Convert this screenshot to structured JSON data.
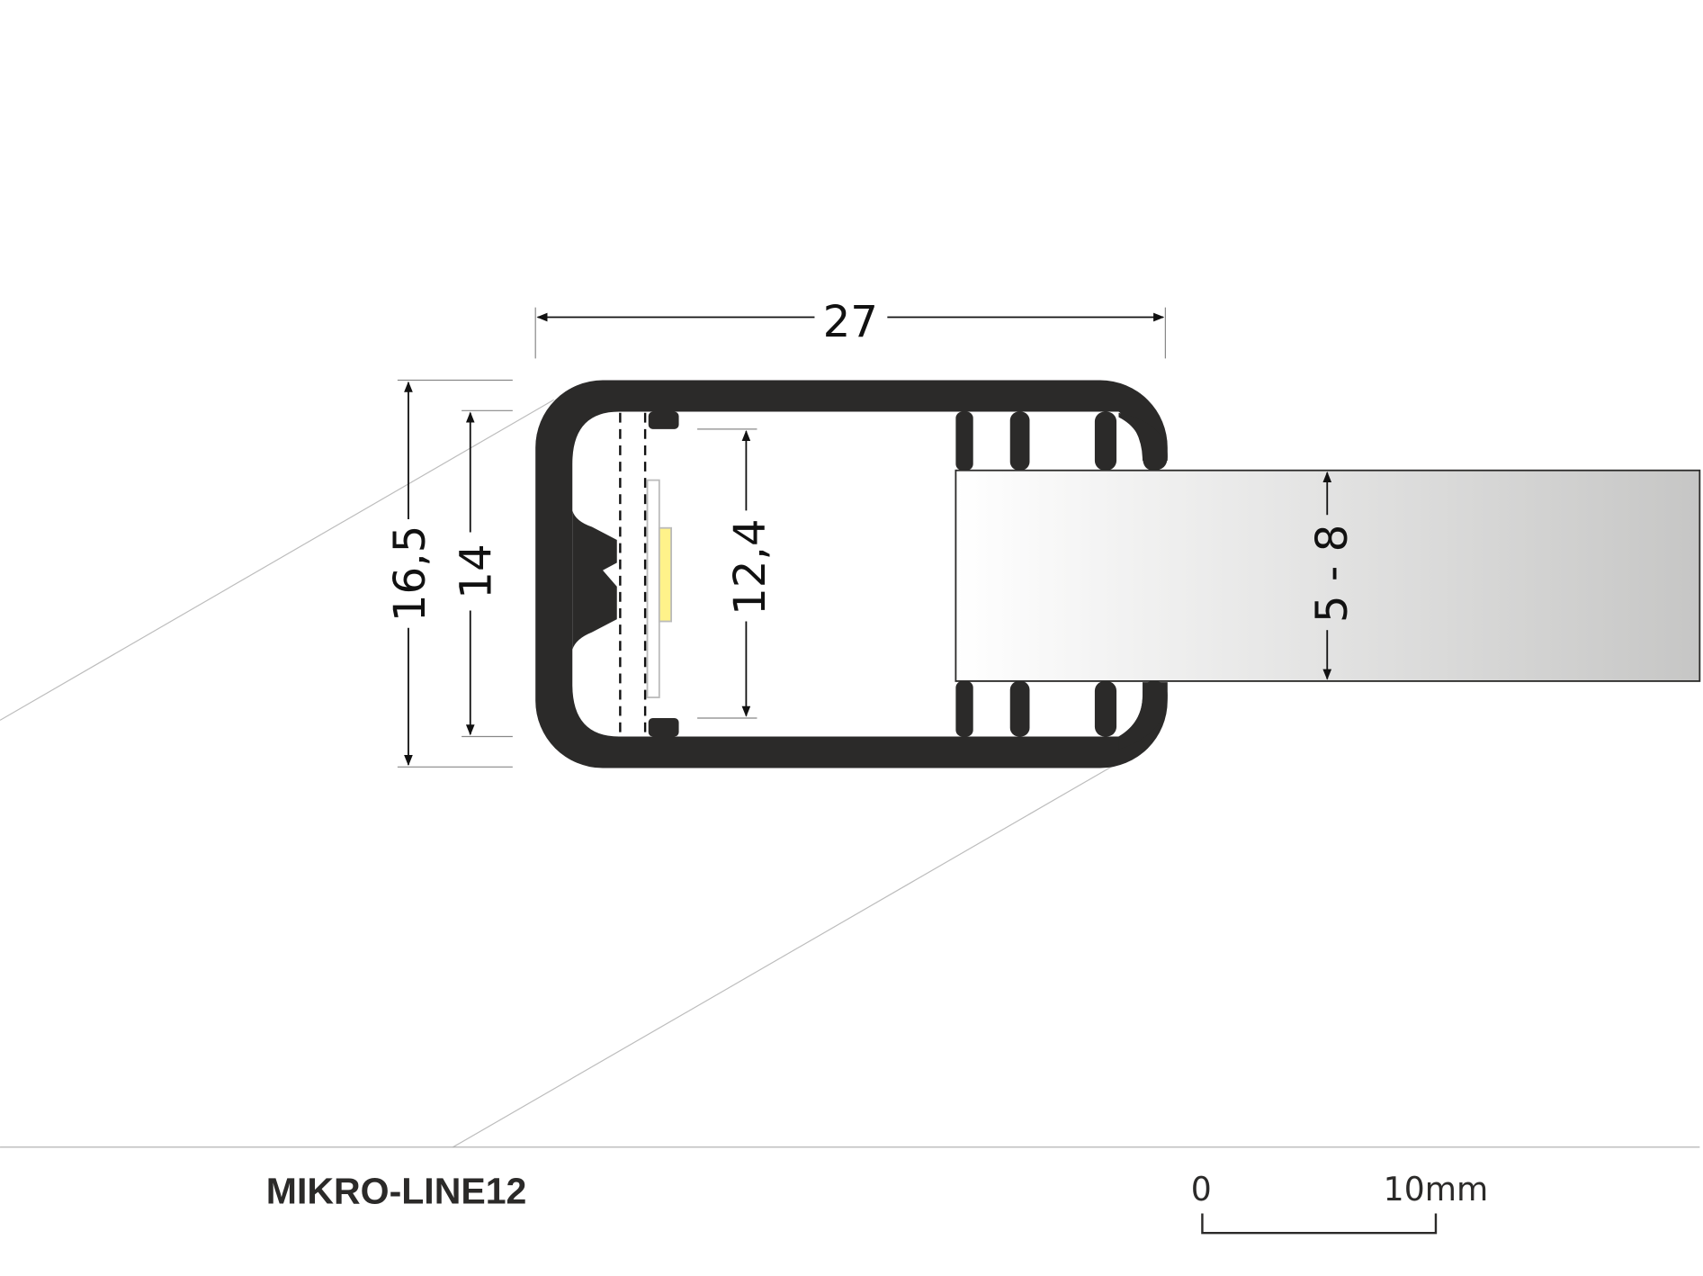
{
  "product_name": "MIKRO-LINE12",
  "dimensions": {
    "width": "27",
    "outer_height": "16,5",
    "inner_height": "14",
    "led_space": "12,4",
    "board_thickness": "5 - 8"
  },
  "scale_bar": {
    "start_label": "0",
    "end_label": "10mm"
  },
  "colors": {
    "profile": "#2b2a29",
    "led": "#fff28a",
    "board_light": "#ffffff",
    "board_dark": "#c6c6c5"
  }
}
